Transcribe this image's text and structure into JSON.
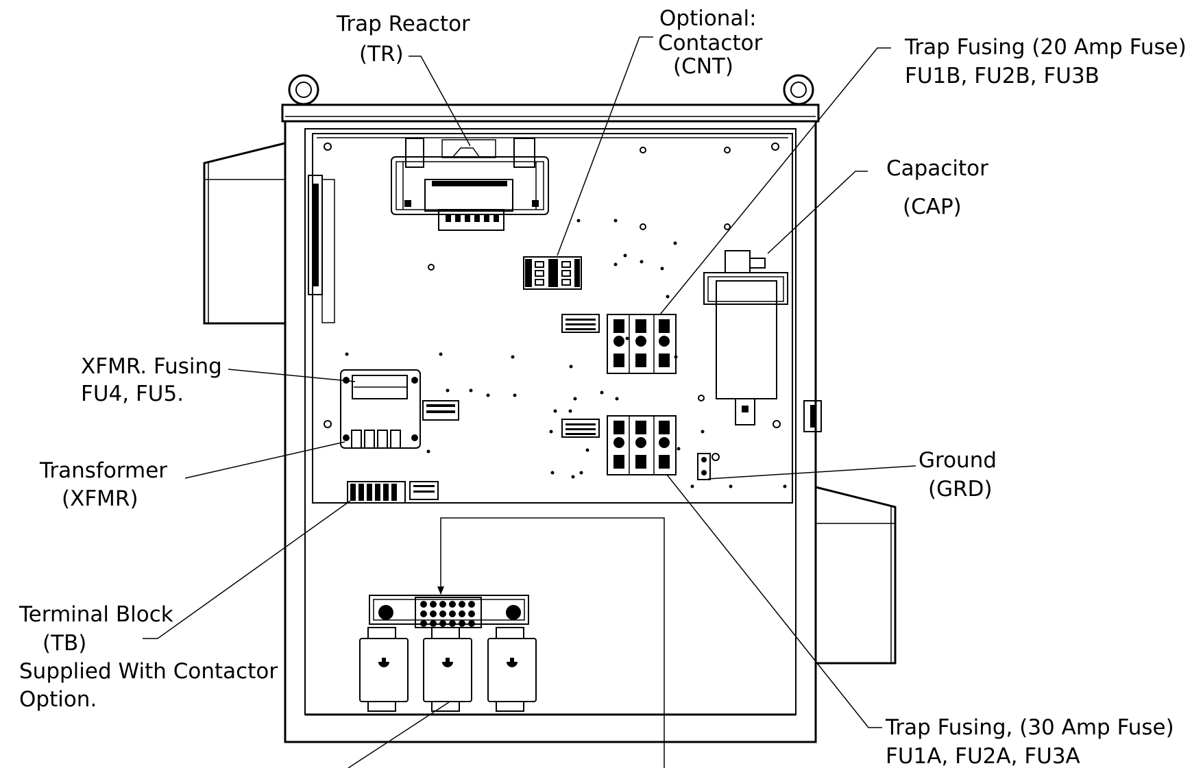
{
  "labels": {
    "trap_reactor": [
      "Trap Reactor",
      "(TR)"
    ],
    "contactor": [
      "Optional:",
      "Contactor",
      "(CNT)"
    ],
    "trap_fusing_20": [
      "Trap Fusing (20 Amp Fuse)",
      "FU1B, FU2B, FU3B"
    ],
    "capacitor": [
      "Capacitor",
      "(CAP)"
    ],
    "xfmr_fusing": [
      "XFMR. Fusing",
      "FU4, FU5."
    ],
    "transformer": [
      "Transformer",
      "(XFMR)"
    ],
    "ground": [
      "Ground",
      "(GRD)"
    ],
    "terminal_block": [
      "Terminal Block",
      "(TB)",
      "Supplied With Contactor",
      "Option."
    ],
    "trap_fusing_30": [
      "Trap Fusing, (30 Amp Fuse)",
      "FU1A, FU2A, FU3A"
    ]
  }
}
